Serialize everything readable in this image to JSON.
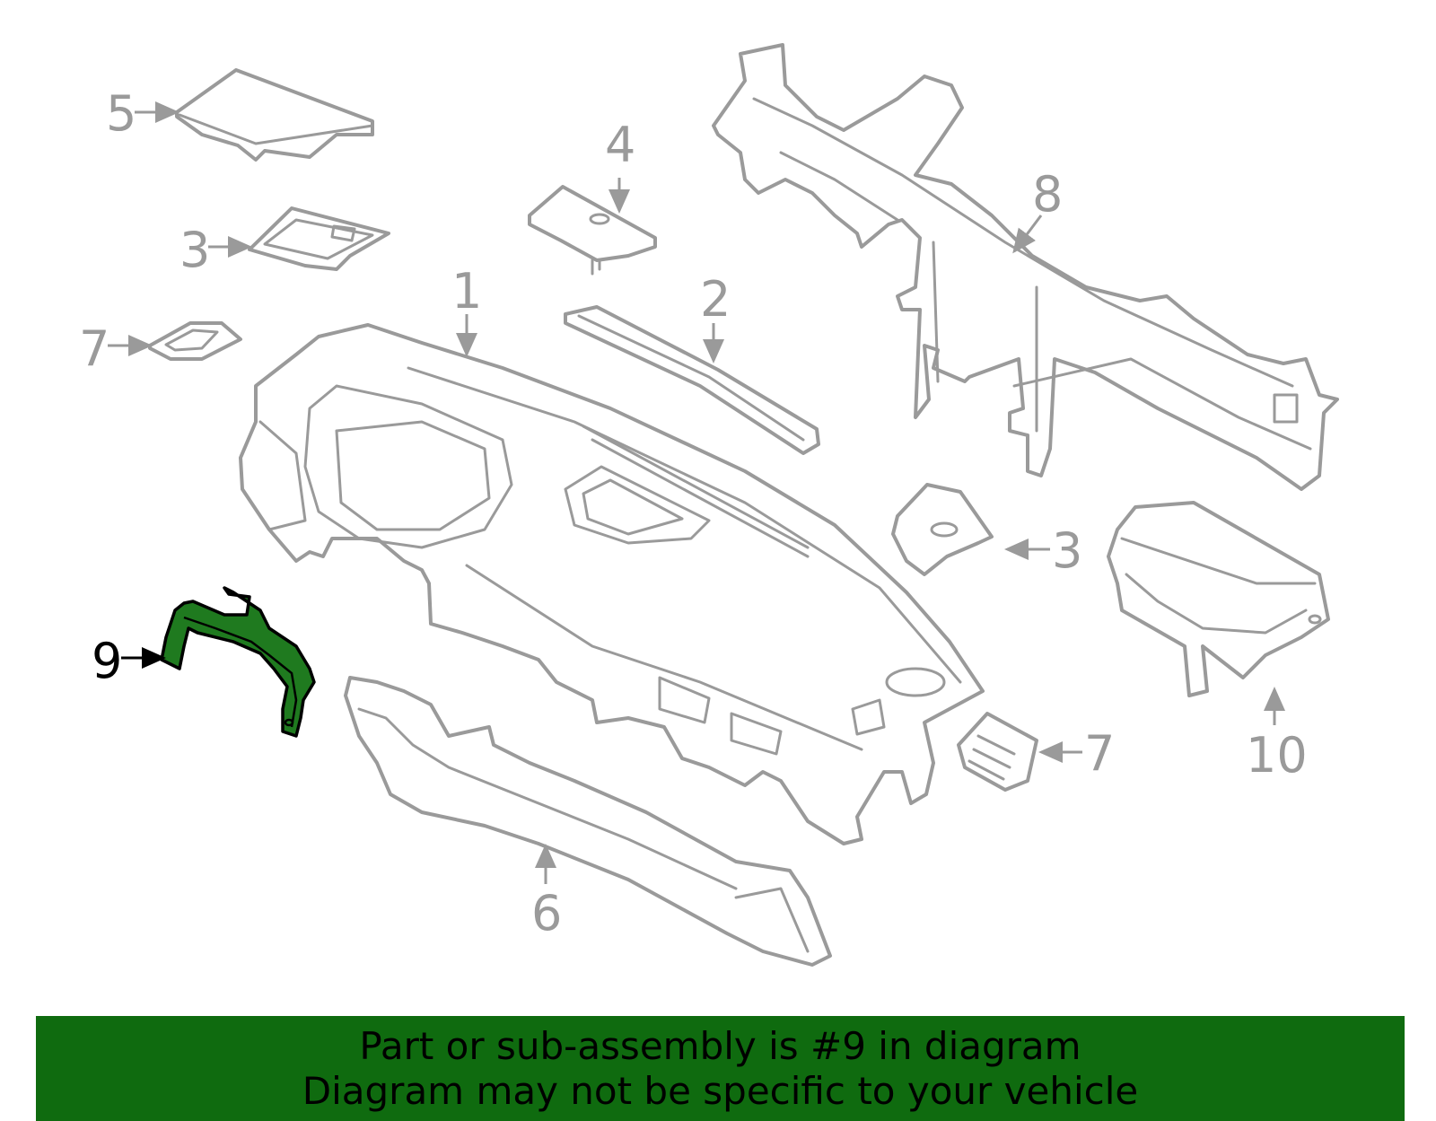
{
  "diagram": {
    "highlight_color": "#1f7a1f",
    "line_color": "#9a9a9a",
    "highlighted_part": "9",
    "callouts": [
      {
        "id": "c1",
        "label": "1"
      },
      {
        "id": "c2",
        "label": "2"
      },
      {
        "id": "c3a",
        "label": "3"
      },
      {
        "id": "c3b",
        "label": "3"
      },
      {
        "id": "c4",
        "label": "4"
      },
      {
        "id": "c5",
        "label": "5"
      },
      {
        "id": "c6",
        "label": "6"
      },
      {
        "id": "c7a",
        "label": "7"
      },
      {
        "id": "c7b",
        "label": "7"
      },
      {
        "id": "c8",
        "label": "8"
      },
      {
        "id": "c9",
        "label": "9"
      },
      {
        "id": "c10",
        "label": "10"
      }
    ]
  },
  "banner": {
    "background": "#0f6b0f",
    "line1": "Part or sub-assembly is #9 in diagram",
    "line2": "Diagram may not be specific to your vehicle"
  }
}
